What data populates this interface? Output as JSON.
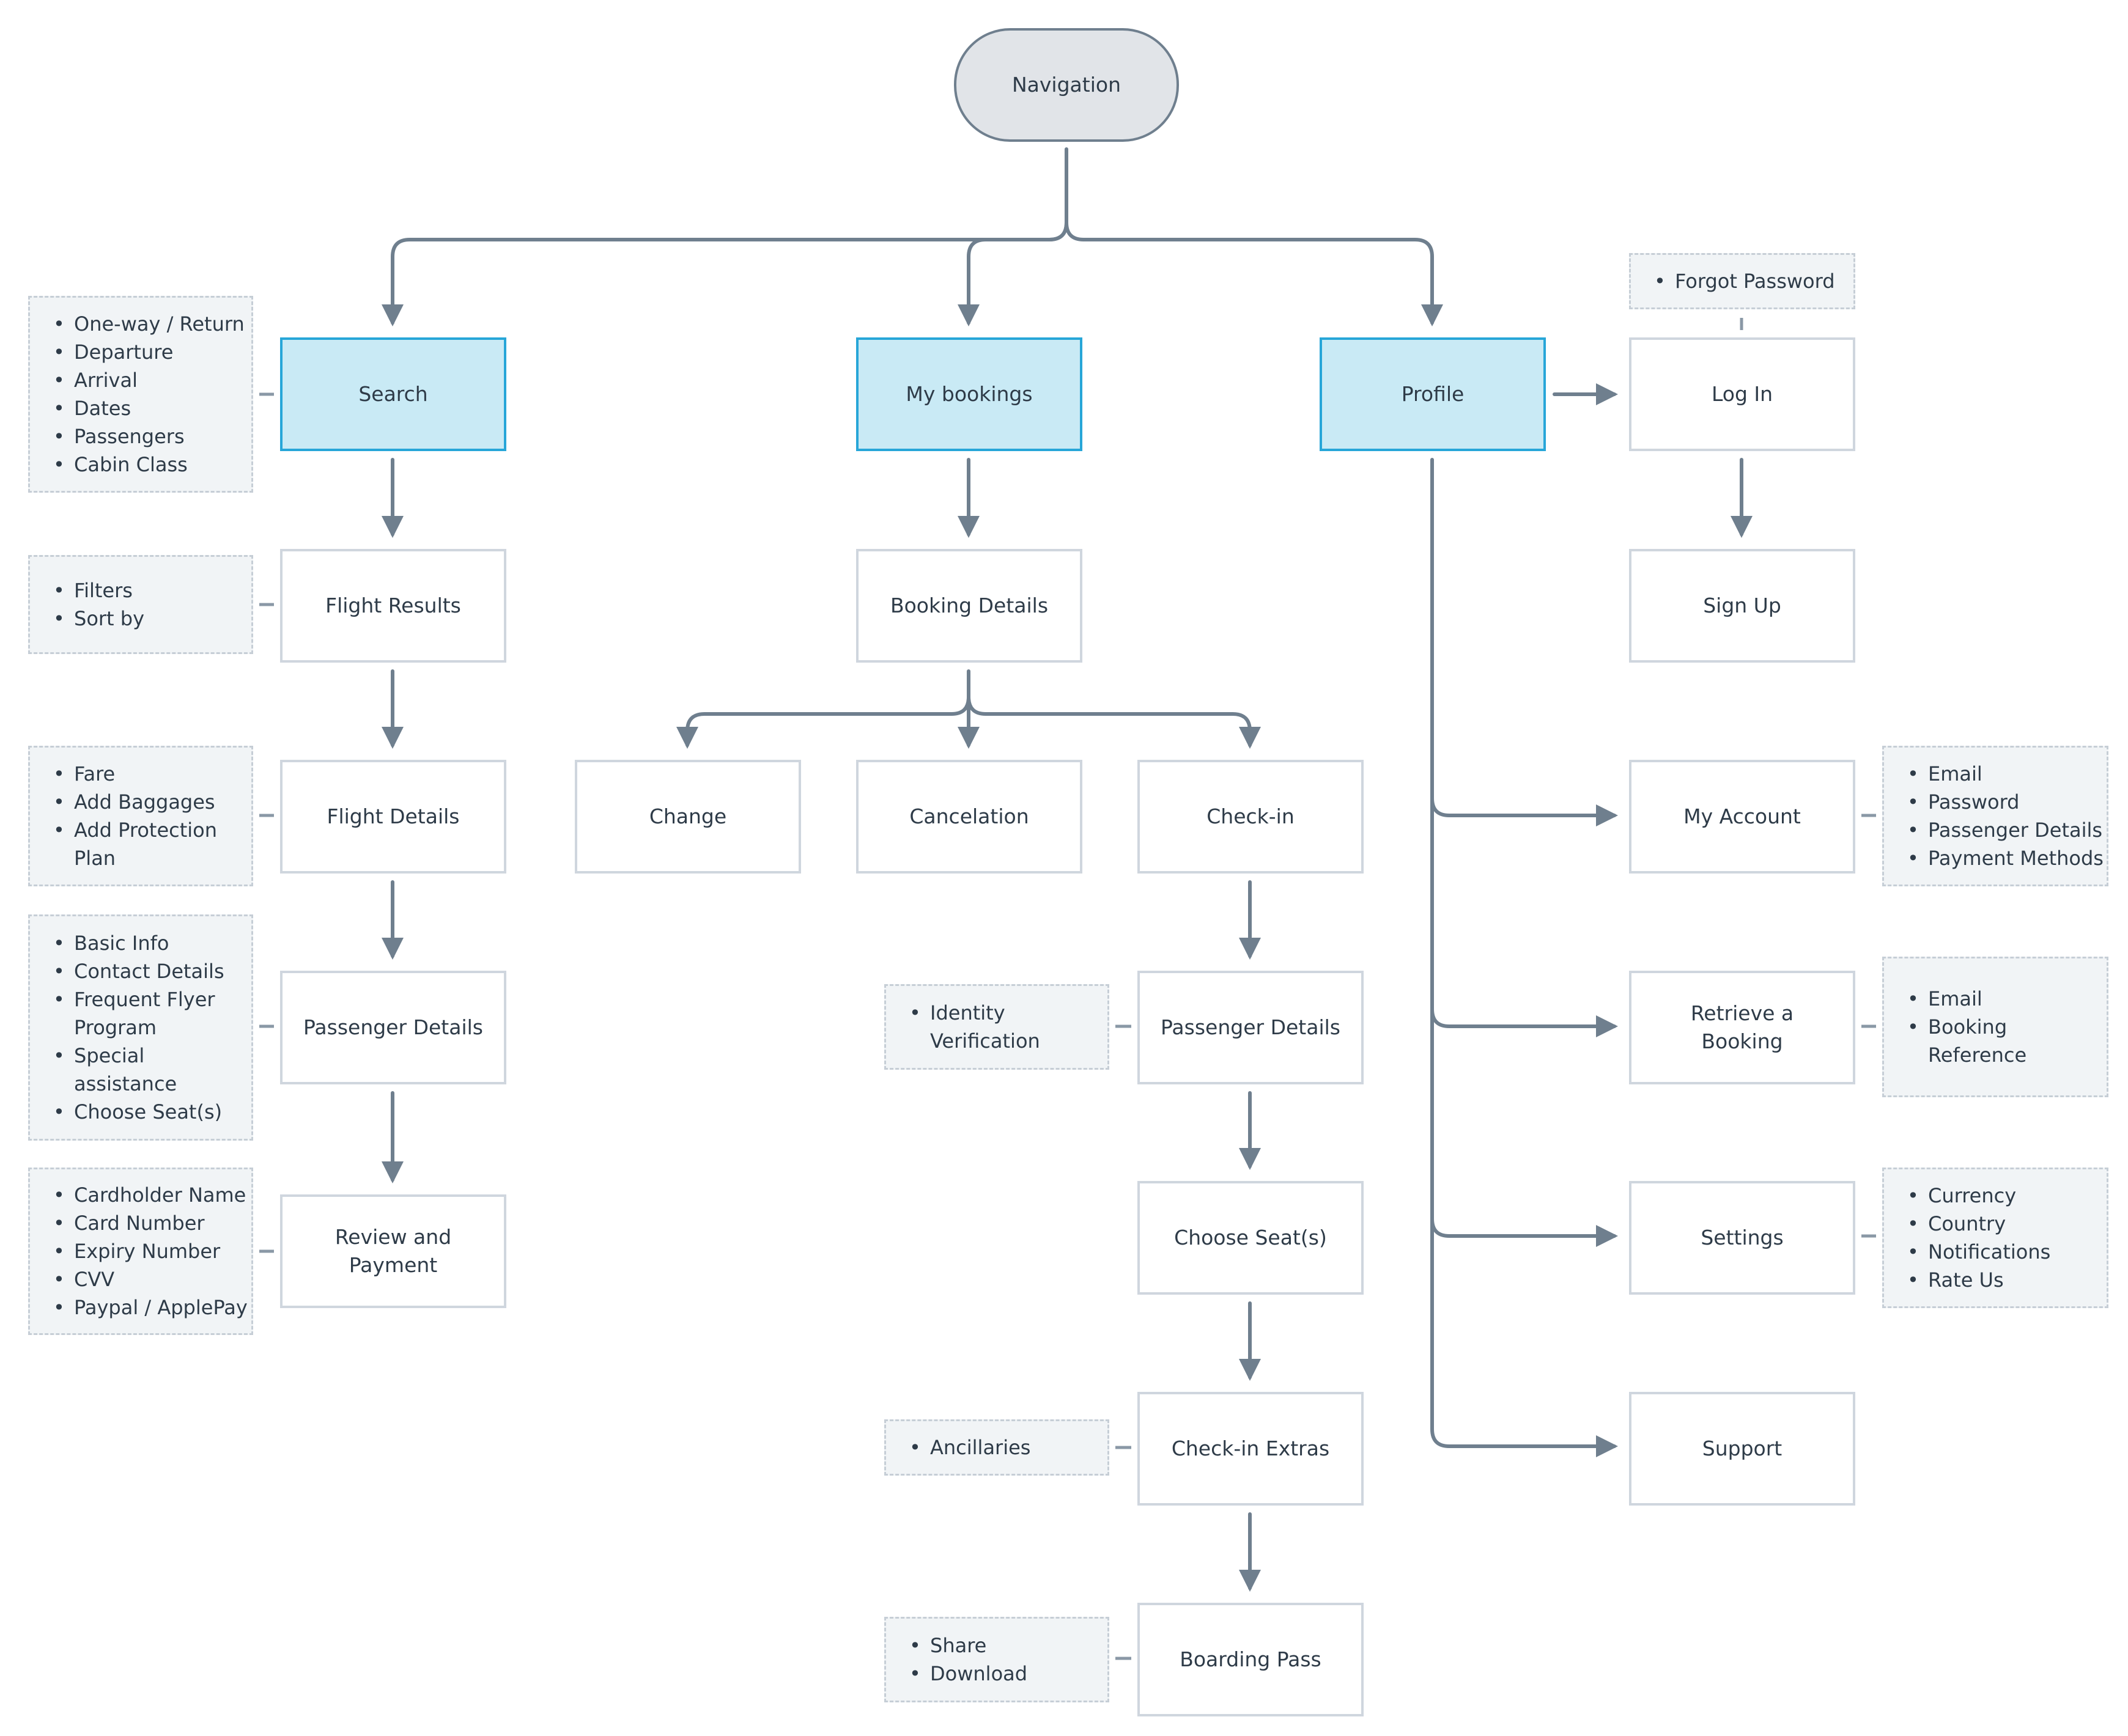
{
  "colors": {
    "connector": "#6f7f8e",
    "primary_fill": "#c9eaf5",
    "primary_border": "#27a6d8",
    "node_border": "#cfd6de",
    "note_fill": "#f1f4f6",
    "text": "#2e3b48"
  },
  "nodes": {
    "navigation": "Navigation",
    "search": "Search",
    "my_bookings": "My bookings",
    "profile": "Profile",
    "flight_results": "Flight Results",
    "flight_details": "Flight Details",
    "passenger_details": "Passenger Details",
    "review_payment": "Review and Payment",
    "booking_details": "Booking Details",
    "change": "Change",
    "cancelation": "Cancelation",
    "checkin": "Check-in",
    "checkin_passenger_details": "Passenger Details",
    "choose_seats": "Choose Seat(s)",
    "checkin_extras": "Check-in Extras",
    "boarding_pass": "Boarding Pass",
    "log_in": "Log In",
    "sign_up": "Sign Up",
    "my_account": "My Account",
    "retrieve_booking": "Retrieve a Booking",
    "settings": "Settings",
    "support": "Support"
  },
  "notes": {
    "search": [
      "One-way / Return",
      "Departure",
      "Arrival",
      "Dates",
      "Passengers",
      "Cabin Class"
    ],
    "flight_results": [
      "Filters",
      "Sort by"
    ],
    "flight_details": [
      "Fare",
      "Add Baggages",
      "Add Protection Plan"
    ],
    "passenger_details": [
      "Basic Info",
      "Contact Details",
      "Frequent Flyer Program",
      "Special assistance",
      "Choose Seat(s)"
    ],
    "review_payment": [
      "Cardholder Name",
      "Card Number",
      "Expiry Number",
      "CVV",
      "Paypal / ApplePay"
    ],
    "checkin_passenger_details": [
      "Identity Verification"
    ],
    "checkin_extras": [
      "Ancillaries"
    ],
    "boarding_pass": [
      "Share",
      "Download"
    ],
    "log_in": [
      "Forgot Password"
    ],
    "my_account": [
      "Email",
      "Password",
      "Passenger Details",
      "Payment Methods"
    ],
    "retrieve_booking": [
      "Email",
      "Booking Reference"
    ],
    "settings": [
      "Currency",
      "Country",
      "Notifications",
      "Rate Us"
    ]
  }
}
